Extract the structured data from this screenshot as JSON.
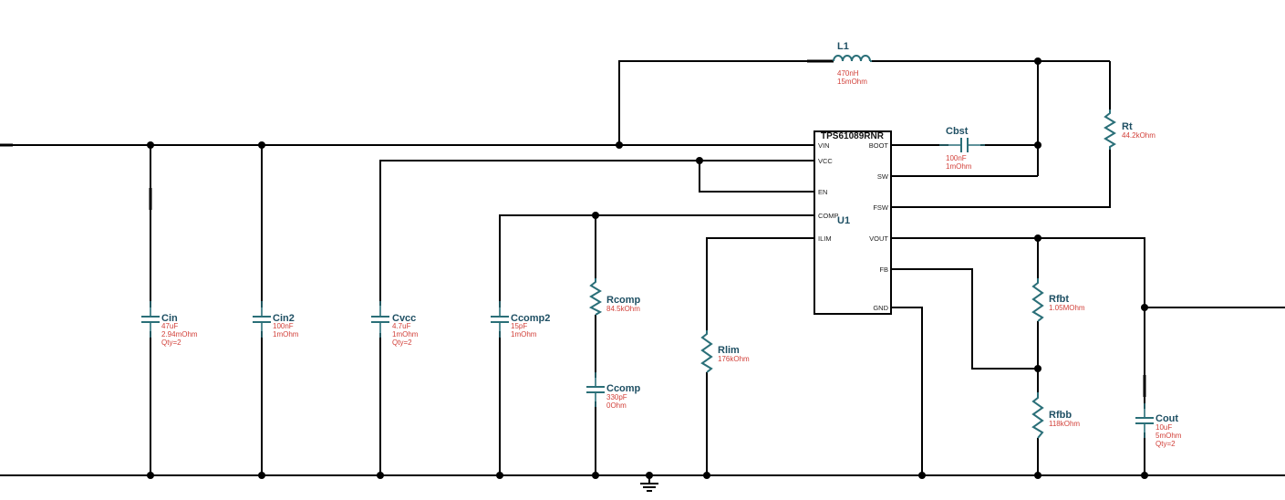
{
  "ic": {
    "part": "TPS61089RNR",
    "ref": "U1",
    "pins_left": [
      "VIN",
      "VCC",
      "EN",
      "COMP",
      "ILIM"
    ],
    "pins_right": [
      "BOOT",
      "SW",
      "FSW",
      "VOUT",
      "FB",
      "GND"
    ]
  },
  "components": {
    "L1": {
      "name": "L1",
      "values": [
        "470nH",
        "15mOhm"
      ]
    },
    "Cbst": {
      "name": "Cbst",
      "values": [
        "100nF",
        "1mOhm"
      ]
    },
    "Rt": {
      "name": "Rt",
      "values": [
        "44.2kOhm"
      ]
    },
    "Cin": {
      "name": "Cin",
      "values": [
        "47uF",
        "2.94mOhm",
        "Qty=2"
      ]
    },
    "Cin2": {
      "name": "Cin2",
      "values": [
        "100nF",
        "1mOhm"
      ]
    },
    "Cvcc": {
      "name": "Cvcc",
      "values": [
        "4.7uF",
        "1mOhm",
        "Qty=2"
      ]
    },
    "Ccomp2": {
      "name": "Ccomp2",
      "values": [
        "15pF",
        "1mOhm"
      ]
    },
    "Rcomp": {
      "name": "Rcomp",
      "values": [
        "84.5kOhm"
      ]
    },
    "Ccomp": {
      "name": "Ccomp",
      "values": [
        "330pF",
        "0Ohm"
      ]
    },
    "Rlim": {
      "name": "Rlim",
      "values": [
        "176kOhm"
      ]
    },
    "Rfbt": {
      "name": "Rfbt",
      "values": [
        "1.05MOhm"
      ]
    },
    "Rfbb": {
      "name": "Rfbb",
      "values": [
        "118kOhm"
      ]
    },
    "Cout": {
      "name": "Cout",
      "values": [
        "10uF",
        "5mOhm",
        "Qty=2"
      ]
    }
  },
  "colors": {
    "wire": "#000000",
    "component": "#2a6f78",
    "label": "#1e4f63",
    "value": "#d2413a"
  }
}
